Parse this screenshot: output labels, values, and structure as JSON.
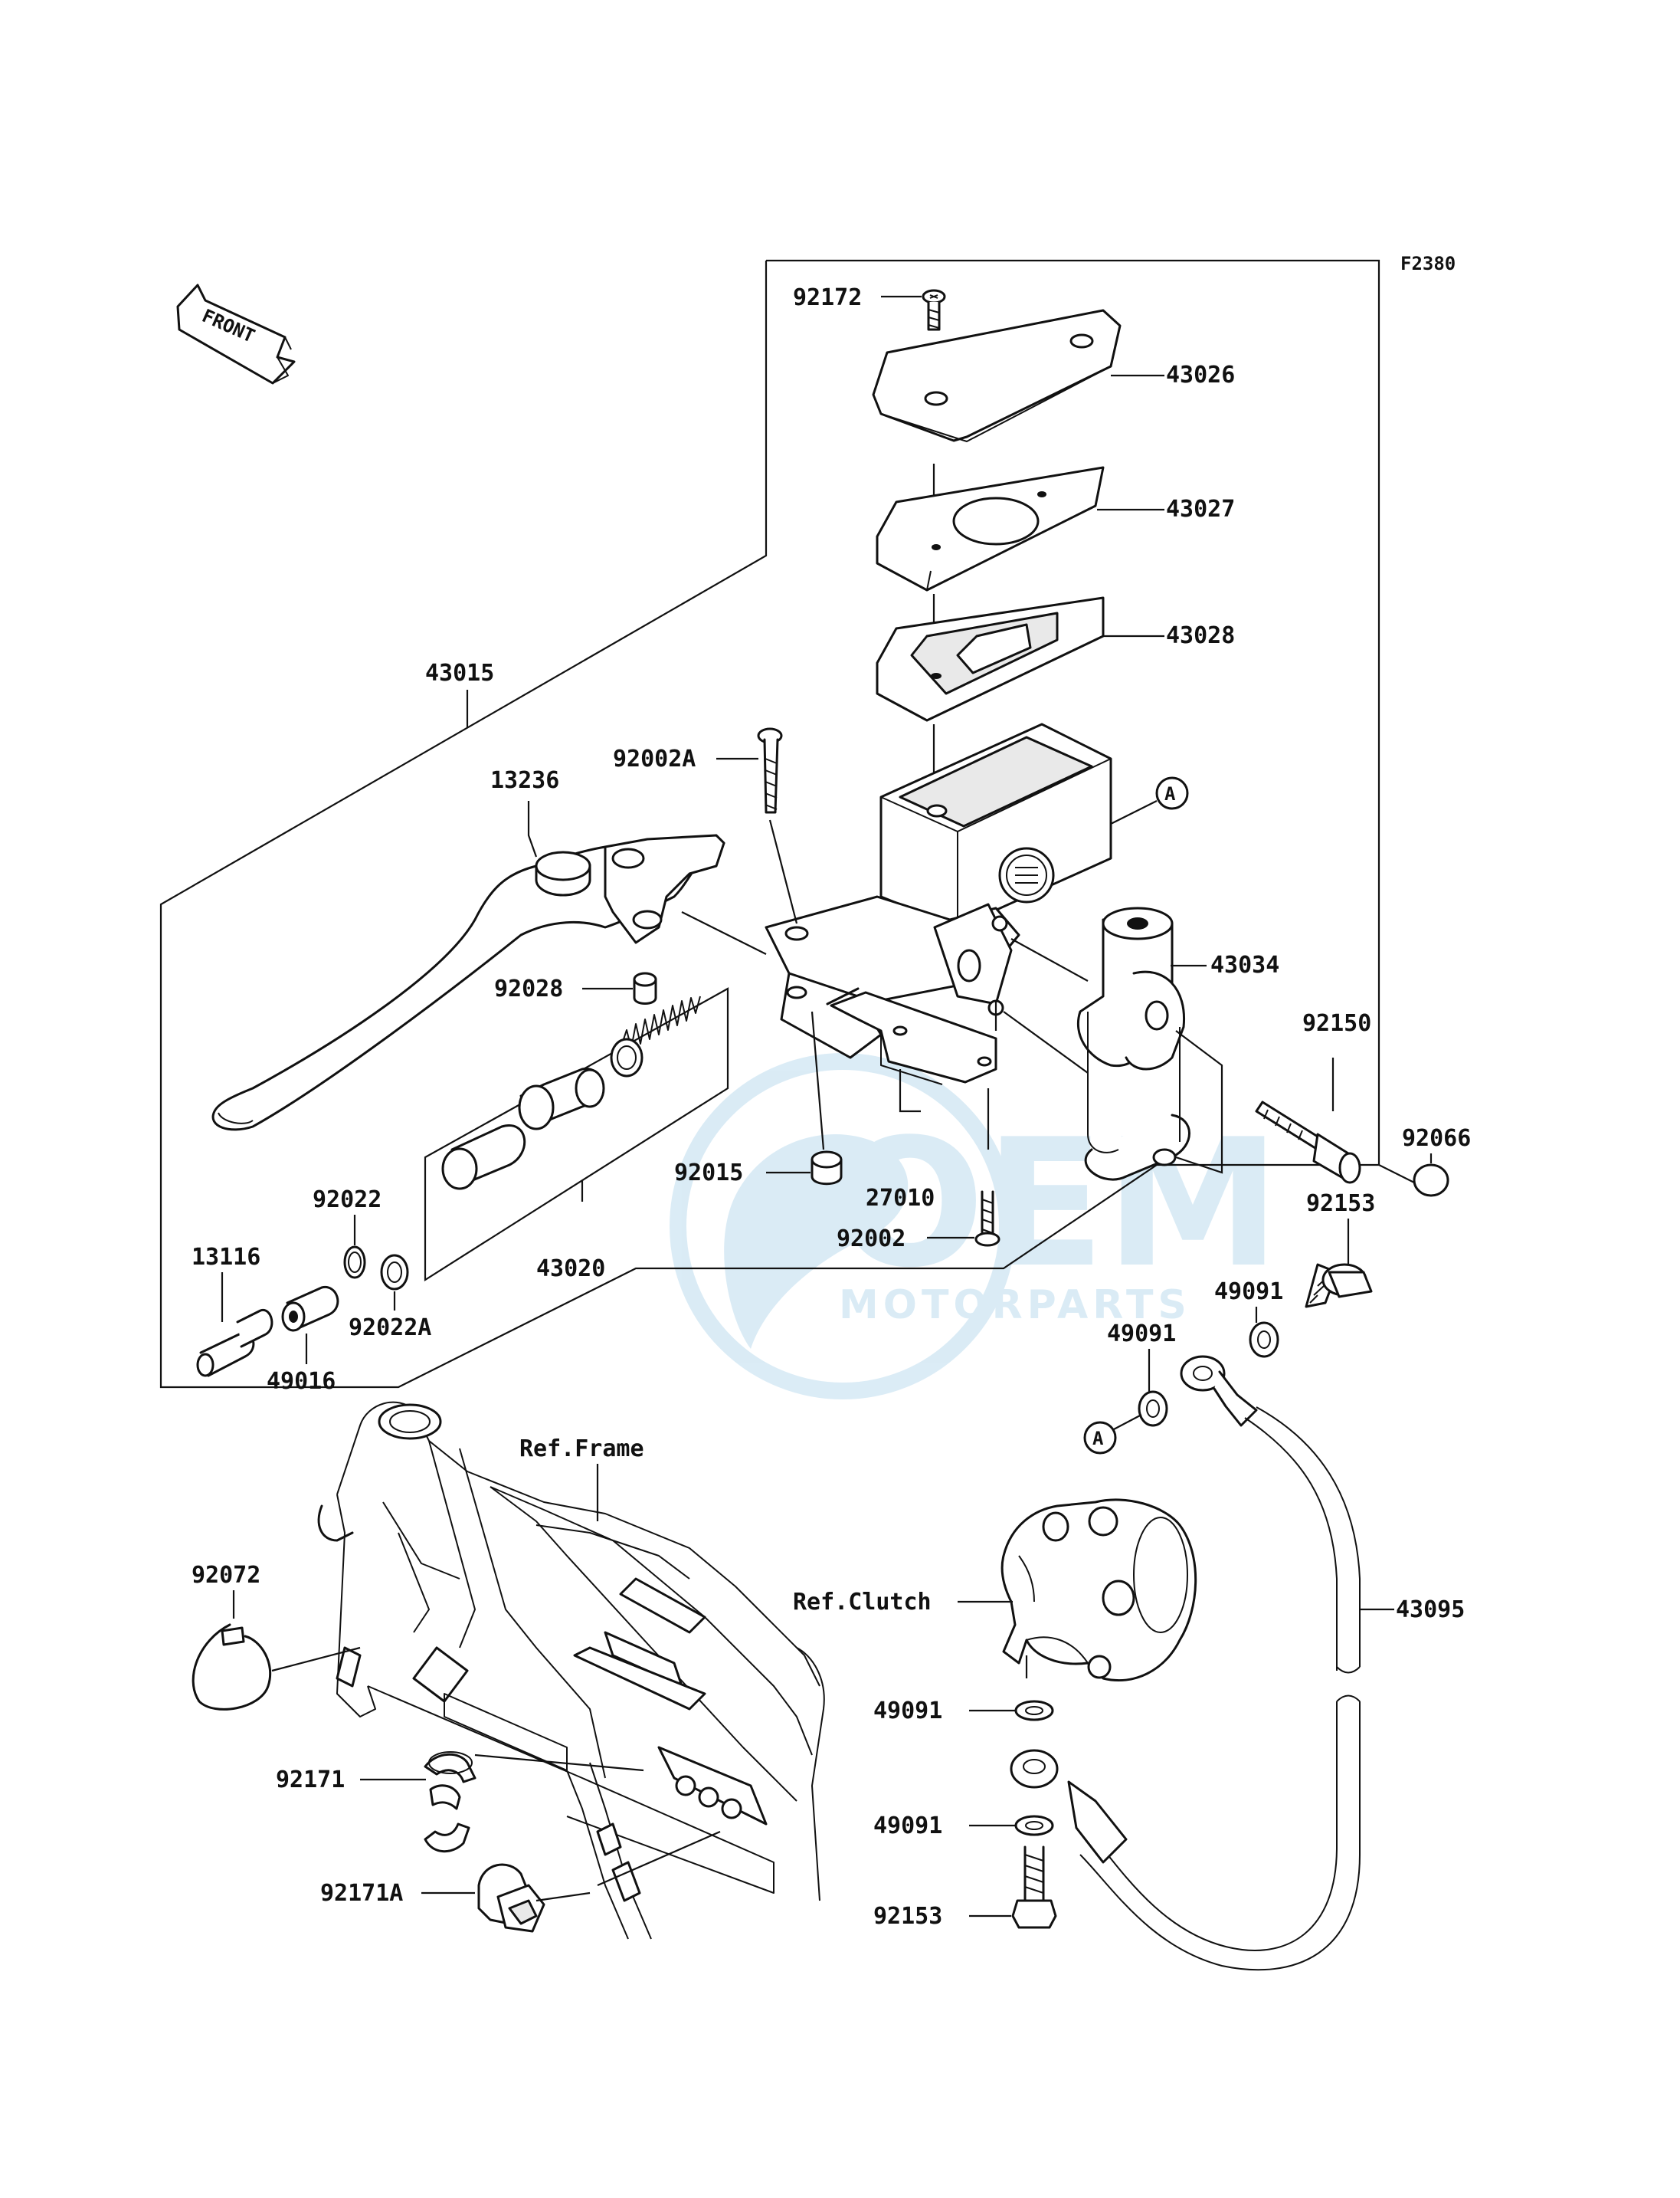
{
  "diagram": {
    "code": "F2380",
    "front": "FRONT",
    "ref_frame": "Ref.Frame",
    "ref_clutch": "Ref.Clutch",
    "marker": "A"
  },
  "parts": {
    "p92172": "92172",
    "p43026": "43026",
    "p43027": "43027",
    "p43028": "43028",
    "p43015": "43015",
    "p13236": "13236",
    "p92002A": "92002A",
    "p92028": "92028",
    "p43034": "43034",
    "p92150": "92150",
    "p92066": "92066",
    "p92015": "92015",
    "p27010": "27010",
    "p92002": "92002",
    "p92022": "92022",
    "p13116": "13116",
    "p43020": "43020",
    "p92022A": "92022A",
    "p49016": "49016",
    "p92153": "92153",
    "p49091": "49091",
    "p43095": "43095",
    "p92072": "92072",
    "p92171": "92171",
    "p92171A": "92171A"
  },
  "watermark": {
    "brand": "OEM",
    "sub": "MOTORPARTS",
    "color": "#5aa9d6"
  }
}
